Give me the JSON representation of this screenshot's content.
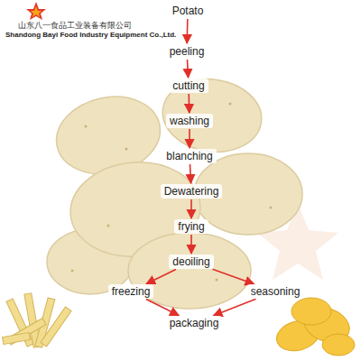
{
  "diagram": {
    "nodes": [
      {
        "text": [
          "Potato"
        ]
      },
      {
        "text": [
          "peeling"
        ]
      },
      {
        "text": [
          "cutting"
        ]
      },
      {
        "text": [
          "washing"
        ]
      },
      {
        "text": [
          "blanching"
        ]
      },
      {
        "text": [
          "Dewatering"
        ]
      },
      {
        "text": [
          "frying"
        ]
      },
      {
        "text": [
          "deoiling"
        ]
      },
      {
        "text": [
          "freezing"
        ]
      },
      {
        "text": [
          "seasoning"
        ]
      },
      {
        "text": [
          "packaging"
        ]
      }
    ],
    "edges": [
      {
        "from": 0,
        "to": 1,
        "arrow": "to"
      },
      {
        "from": 1,
        "to": 2,
        "arrow": "to"
      },
      {
        "from": 2,
        "to": 3,
        "arrow": "to"
      },
      {
        "from": 3,
        "to": 4,
        "arrow": "to"
      },
      {
        "from": 4,
        "to": 5,
        "arrow": "to"
      },
      {
        "from": 5,
        "to": 6,
        "arrow": "to"
      },
      {
        "from": 6,
        "to": 7,
        "arrow": "to"
      },
      {
        "from": 7,
        "to": 8,
        "arrow": "to"
      },
      {
        "from": 7,
        "to": 9,
        "arrow": "to"
      },
      {
        "from": 8,
        "to": 10,
        "arrow": "to"
      },
      {
        "from": 9,
        "to": 10,
        "arrow": "to"
      }
    ],
    "labels": [
      "山东八一食品工业装备有限公司",
      "Shandong Bayi Food Industry Equipment Co.,Ltd."
    ]
  }
}
